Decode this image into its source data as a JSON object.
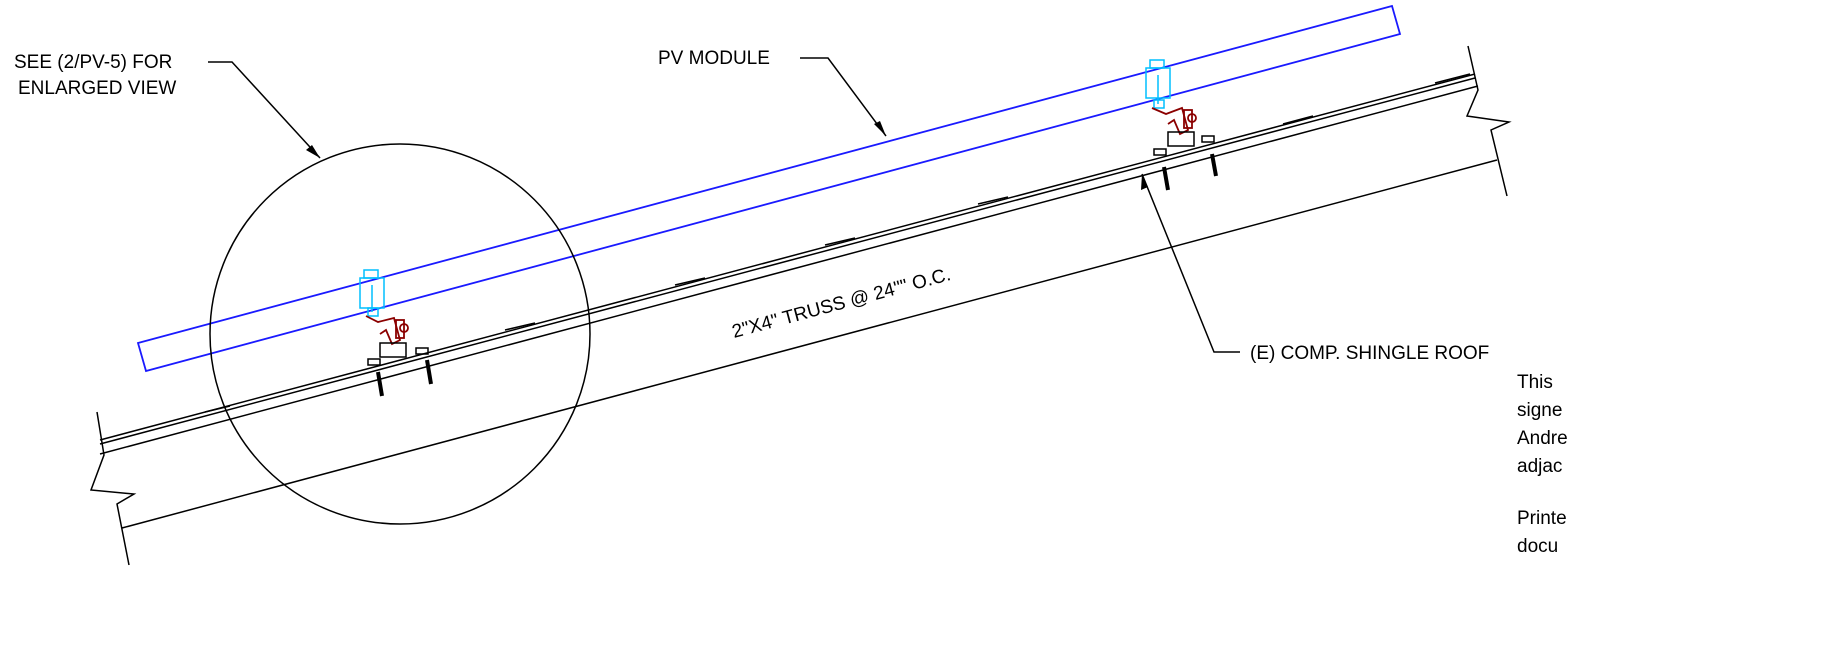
{
  "labels": {
    "see_ref_line1": "SEE (2/PV-5) FOR",
    "see_ref_line2": "ENLARGED VIEW",
    "pv_module": "PV MODULE",
    "truss": "2\"X4\" TRUSS @ 24\"\" O.C.",
    "roof": "(E) COMP. SHINGLE ROOF"
  },
  "note": {
    "line1": "This",
    "line2": "signe",
    "line3": "Andre",
    "line4": "adjac",
    "line5": "Printe",
    "line6": "docu"
  },
  "colors": {
    "module": "#1a1aff",
    "mount": "#00bfff",
    "bracket": "#8b0000",
    "linework": "#000000"
  }
}
